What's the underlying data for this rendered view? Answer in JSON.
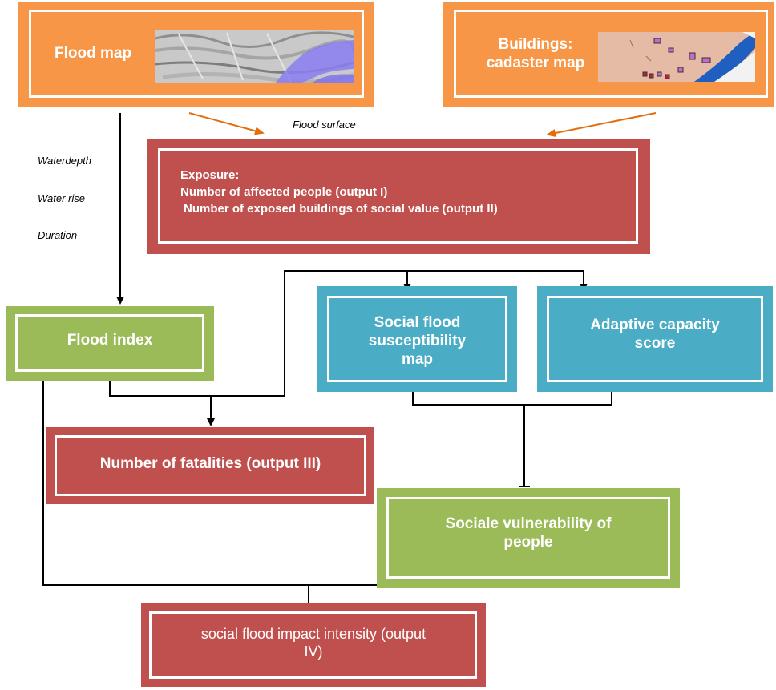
{
  "colors": {
    "orange": "#F79646",
    "red": "#C0504D",
    "green": "#9BBB59",
    "blue": "#4BACC6",
    "flood_water": "#8a7df2",
    "river": "#1f5fbf"
  },
  "nodes": {
    "flood_map": "Flood map",
    "buildings_line1": "Buildings:",
    "buildings_line2": "cadaster map",
    "exposure_title": "Exposure:",
    "exposure_line1": "Number of affected people (output I)",
    "exposure_line2": "Number of exposed buildings of social value (output II)",
    "flood_index": "Flood index",
    "social_susceptibility_line1": "Social flood",
    "social_susceptibility_line2": "susceptibility",
    "social_susceptibility_line3": "map",
    "adaptive_capacity_line1": "Adaptive capacity",
    "adaptive_capacity_line2": "score",
    "fatalities": "Number of fatalities (output III)",
    "social_vulnerability_line1": "Sociale vulnerability of",
    "social_vulnerability_line2": "people",
    "impact_line1": "social flood impact intensity (output",
    "impact_line2": "IV)"
  },
  "edge_labels": {
    "flood_surface": "Flood surface",
    "waterdepth": "Waterdepth",
    "water_rise": "Water rise",
    "duration": "Duration"
  },
  "thumbnails": {
    "flood_map": "flood-map-thumbnail",
    "cadaster": "cadaster-map-thumbnail"
  }
}
